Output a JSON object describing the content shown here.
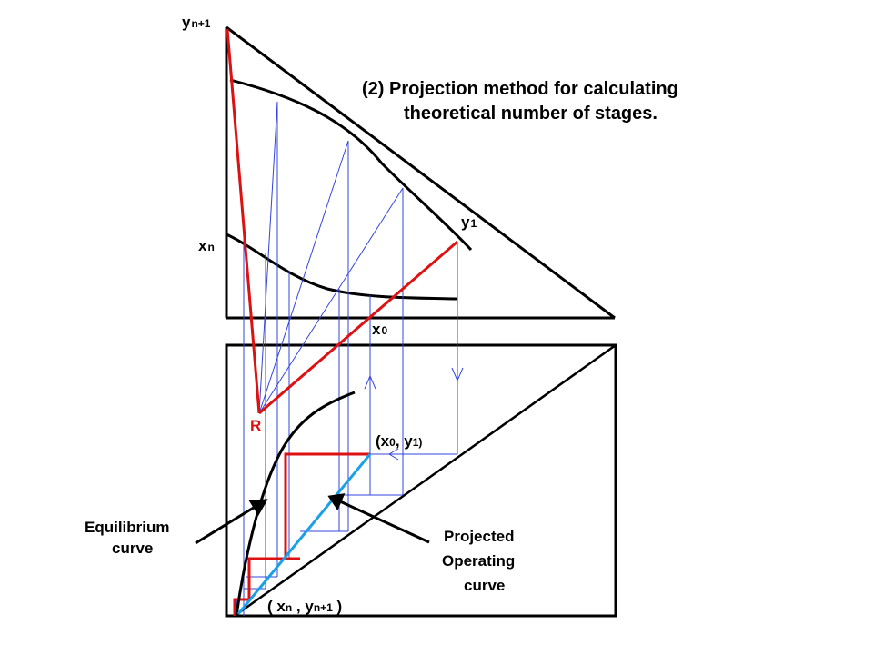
{
  "title": {
    "line1": "(2) Projection method for calculating",
    "line2": "theoretical number of stages."
  },
  "labels": {
    "yn1_main": "y",
    "yn1_sub": "n+1",
    "y1_main": "y",
    "y1_sub": "1",
    "xn_main": "x",
    "xn_sub": "n",
    "x0_main": "x",
    "x0_sub": "0",
    "R": "R",
    "x0y1_a": "(x",
    "x0y1_b": "0",
    "x0y1_c": ", y",
    "x0y1_d": "1)",
    "xnyn1_a": "( x",
    "xnyn1_b": "n",
    "xnyn1_c": " , y",
    "xnyn1_d": "n+1",
    "xnyn1_e": " )",
    "equilibrium_line1": "Equilibrium",
    "equilibrium_line2": "curve",
    "projected_line1": "Projected",
    "projected_line2": "Operating",
    "projected_line3": "curve"
  },
  "colors": {
    "black": "#000000",
    "red": "#dd1111",
    "blue": "#3344dd",
    "cyan": "#1aa0e6"
  }
}
